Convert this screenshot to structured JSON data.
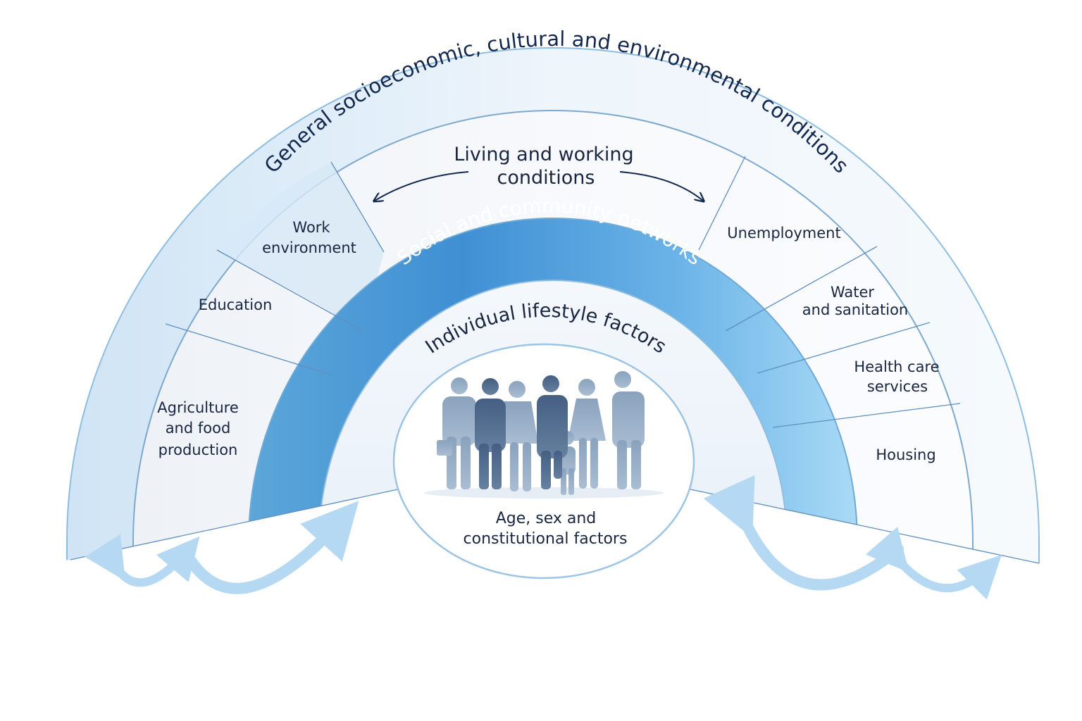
{
  "title": "Determinants of health",
  "outer_band": {
    "label": "General socioeconomic, cultural and environmental conditions"
  },
  "living_band": {
    "label_line1": "Living and working",
    "label_line2": "conditions",
    "sectors": [
      {
        "lines": [
          "Agriculture",
          "and food",
          "production"
        ]
      },
      {
        "lines": [
          "Education"
        ]
      },
      {
        "lines": [
          "Work",
          "environment"
        ]
      },
      {
        "lines": [
          "Unemployment"
        ]
      },
      {
        "lines": [
          "Water",
          "and sanitation"
        ]
      },
      {
        "lines": [
          "Health care",
          "services"
        ]
      },
      {
        "lines": [
          "Housing"
        ]
      }
    ]
  },
  "social_band": {
    "label": "Social and community networks"
  },
  "individual_band": {
    "label": "Individual lifestyle factors"
  },
  "core": {
    "line1": "Age, sex and",
    "line2": "constitutional factors"
  },
  "colors": {
    "navy": "#14284f",
    "band_blue": "#4a98d6",
    "light_blue": "#a9d3f0",
    "arrow": "#b5d9f3"
  }
}
